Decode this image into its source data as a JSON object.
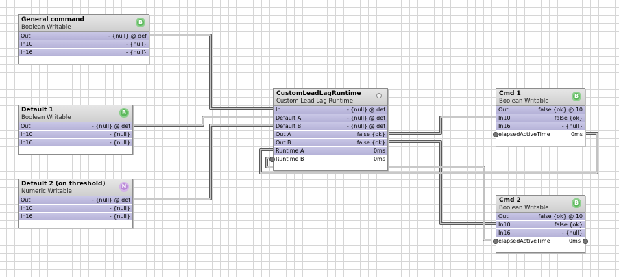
{
  "colors": {
    "badge_boolean": "#5cb85c",
    "badge_numeric": "#b98ad6",
    "slot_fill": "#bfbce0",
    "wire": "#5a5a5a"
  },
  "blocks": {
    "general_command": {
      "title": "General command",
      "type": "Boolean Writable",
      "badge": "B",
      "badge_kind": "boolean",
      "slots": [
        {
          "name": "Out",
          "value": "- {null} @ def"
        },
        {
          "name": "In10",
          "value": "- {null}"
        },
        {
          "name": "In16",
          "value": "- {null}"
        }
      ]
    },
    "default1": {
      "title": "Default 1",
      "type": "Boolean Writable",
      "badge": "B",
      "badge_kind": "boolean",
      "slots": [
        {
          "name": "Out",
          "value": "- {null} @ def"
        },
        {
          "name": "In10",
          "value": "- {null}"
        },
        {
          "name": "In16",
          "value": "- {null}"
        }
      ]
    },
    "default2": {
      "title": "Default 2 (on threshold)",
      "type": "Numeric Writable",
      "badge": "N",
      "badge_kind": "numeric",
      "slots": [
        {
          "name": "Out",
          "value": "- {null} @ def"
        },
        {
          "name": "In10",
          "value": "- {null}"
        },
        {
          "name": "In16",
          "value": "- {null}"
        }
      ]
    },
    "leadlag": {
      "title": "CustomLeadLagRuntime",
      "type": "Custom Lead Lag Runtime",
      "badge_icon": "gear-icon",
      "slots": [
        {
          "name": "In",
          "value": "- {null} @ def"
        },
        {
          "name": "Default A",
          "value": "- {null} @ def"
        },
        {
          "name": "Default B",
          "value": "- {null} @ def"
        },
        {
          "name": "Out A",
          "value": "false {ok}"
        },
        {
          "name": "Out B",
          "value": "false {ok}"
        },
        {
          "name": "Runtime A",
          "value": "0ms"
        },
        {
          "name": "Runtime B",
          "value": "0ms"
        }
      ]
    },
    "cmd1": {
      "title": "Cmd 1",
      "type": "Boolean Writable",
      "badge": "B",
      "badge_kind": "boolean",
      "slots": [
        {
          "name": "Out",
          "value": "false {ok} @ 10"
        },
        {
          "name": "In10",
          "value": "false {ok}"
        },
        {
          "name": "In16",
          "value": "- {null}"
        },
        {
          "name": "elapsedActiveTime",
          "value": "0ms"
        }
      ]
    },
    "cmd2": {
      "title": "Cmd 2",
      "type": "Boolean Writable",
      "badge": "B",
      "badge_kind": "boolean",
      "slots": [
        {
          "name": "Out",
          "value": "false {ok} @ 10"
        },
        {
          "name": "In10",
          "value": "false {ok}"
        },
        {
          "name": "In16",
          "value": "- {null}"
        },
        {
          "name": "elapsedActiveTime",
          "value": "0ms"
        }
      ]
    }
  }
}
